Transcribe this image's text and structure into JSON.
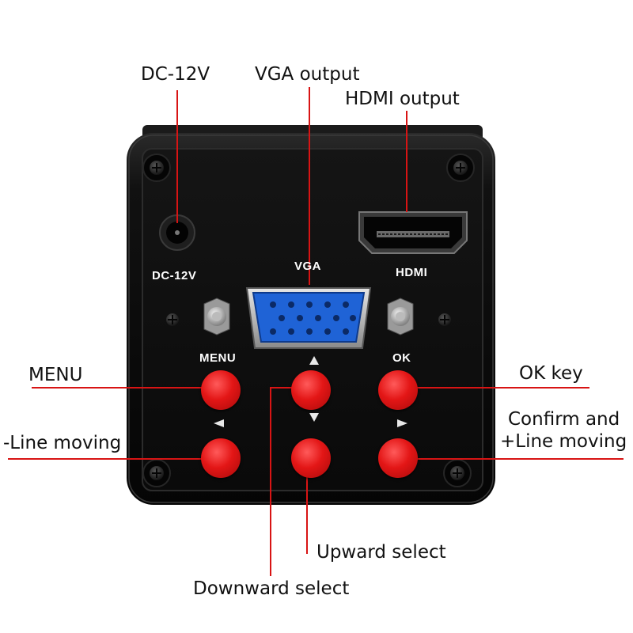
{
  "callouts": {
    "dc12v": "DC-12V",
    "vga_output": "VGA output",
    "hdmi_output": "HDMI output",
    "menu": "MENU",
    "ok_key": "OK key",
    "line_moving_minus": "-Line moving",
    "confirm_line1": "Confirm and",
    "confirm_line2": "+Line moving",
    "upward_select": "Upward select",
    "downward_select": "Downward select"
  },
  "panel_labels": {
    "dc12v": "DC-12V",
    "vga": "VGA",
    "hdmi": "HDMI",
    "menu": "MENU",
    "ok": "OK"
  },
  "icons": {
    "up": "triangle-up-icon",
    "down": "triangle-down-icon",
    "left": "triangle-left-icon",
    "right": "triangle-right-icon"
  },
  "colors": {
    "leader_line": "#d81414",
    "button_red": "#e31616",
    "body": "#0c0c0c",
    "vga_blue": "#1f63d6"
  }
}
